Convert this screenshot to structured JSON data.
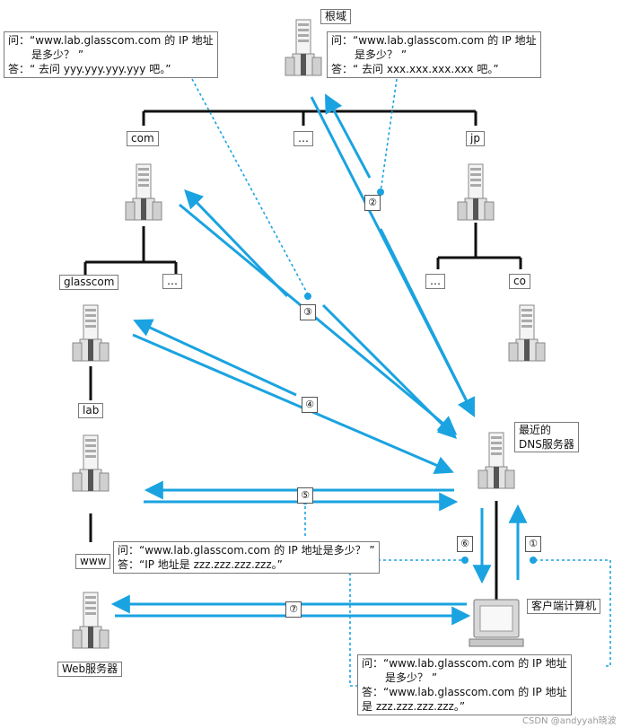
{
  "servers": {
    "root": "根域",
    "com": "com",
    "root_ellipsis": "…",
    "jp": "jp",
    "glasscom": "glasscom",
    "com_ellipsis": "…",
    "jp_ellipsis": "…",
    "co": "co",
    "lab": "lab",
    "www": "www",
    "web_server": "Web服务器",
    "dns_line1": "最近的",
    "dns_line2": "DNS服务器",
    "client": "客户端计算机"
  },
  "dialogs": {
    "root_left": {
      "q1": "问：“www.lab.glasscom.com 的 IP 地址",
      "q2": "是多少？ ”",
      "a": "答：“ 去问 yyy.yyy.yyy.yyy 吧。”"
    },
    "root_right": {
      "q1": "问：“www.lab.glasscom.com 的 IP 地址",
      "q2": "是多少？ ”",
      "a": "答：“ 去问 xxx.xxx.xxx.xxx 吧。”"
    },
    "lab": {
      "q": "问：“www.lab.glasscom.com 的 IP 地址是多少？ ”",
      "a": "答：“IP 地址是 zzz.zzz.zzz.zzz。”"
    },
    "client": {
      "q1": "问：“www.lab.glasscom.com 的 IP 地址",
      "q2": "是多少？ ”",
      "a1": "答：“www.lab.glasscom.com 的 IP 地址",
      "a2": "是 zzz.zzz.zzz.zzz。”"
    }
  },
  "steps": [
    "①",
    "②",
    "③",
    "④",
    "⑤",
    "⑥",
    "⑦"
  ],
  "watermark": "CSDN @andyyah晓波",
  "colors": {
    "arrow": "#1aa3e0",
    "tree": "#111111",
    "server": "#9a9a9a"
  }
}
